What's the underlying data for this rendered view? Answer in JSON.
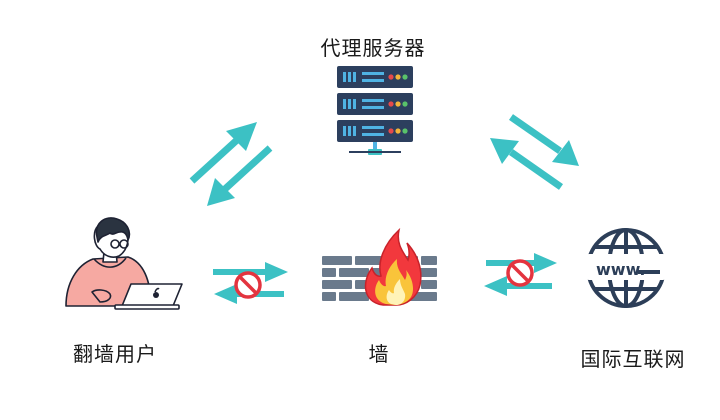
{
  "nodes": {
    "proxy": {
      "label": "代理服务器"
    },
    "user": {
      "label": "翻墙用户"
    },
    "wall": {
      "label": "墙"
    },
    "internet": {
      "label": "国际互联网",
      "screen_text": "www."
    }
  },
  "colors": {
    "arrow": "#3cc1c4",
    "server_body": "#2c3f5e",
    "server_line": "#4fb3e3",
    "block_red": "#e3343f",
    "brick": "#6a7a8c",
    "flame_outer": "#f2383d",
    "flame_inner": "#f9c43a",
    "globe": "#2c3e58",
    "skin": "#f6a9a2"
  }
}
